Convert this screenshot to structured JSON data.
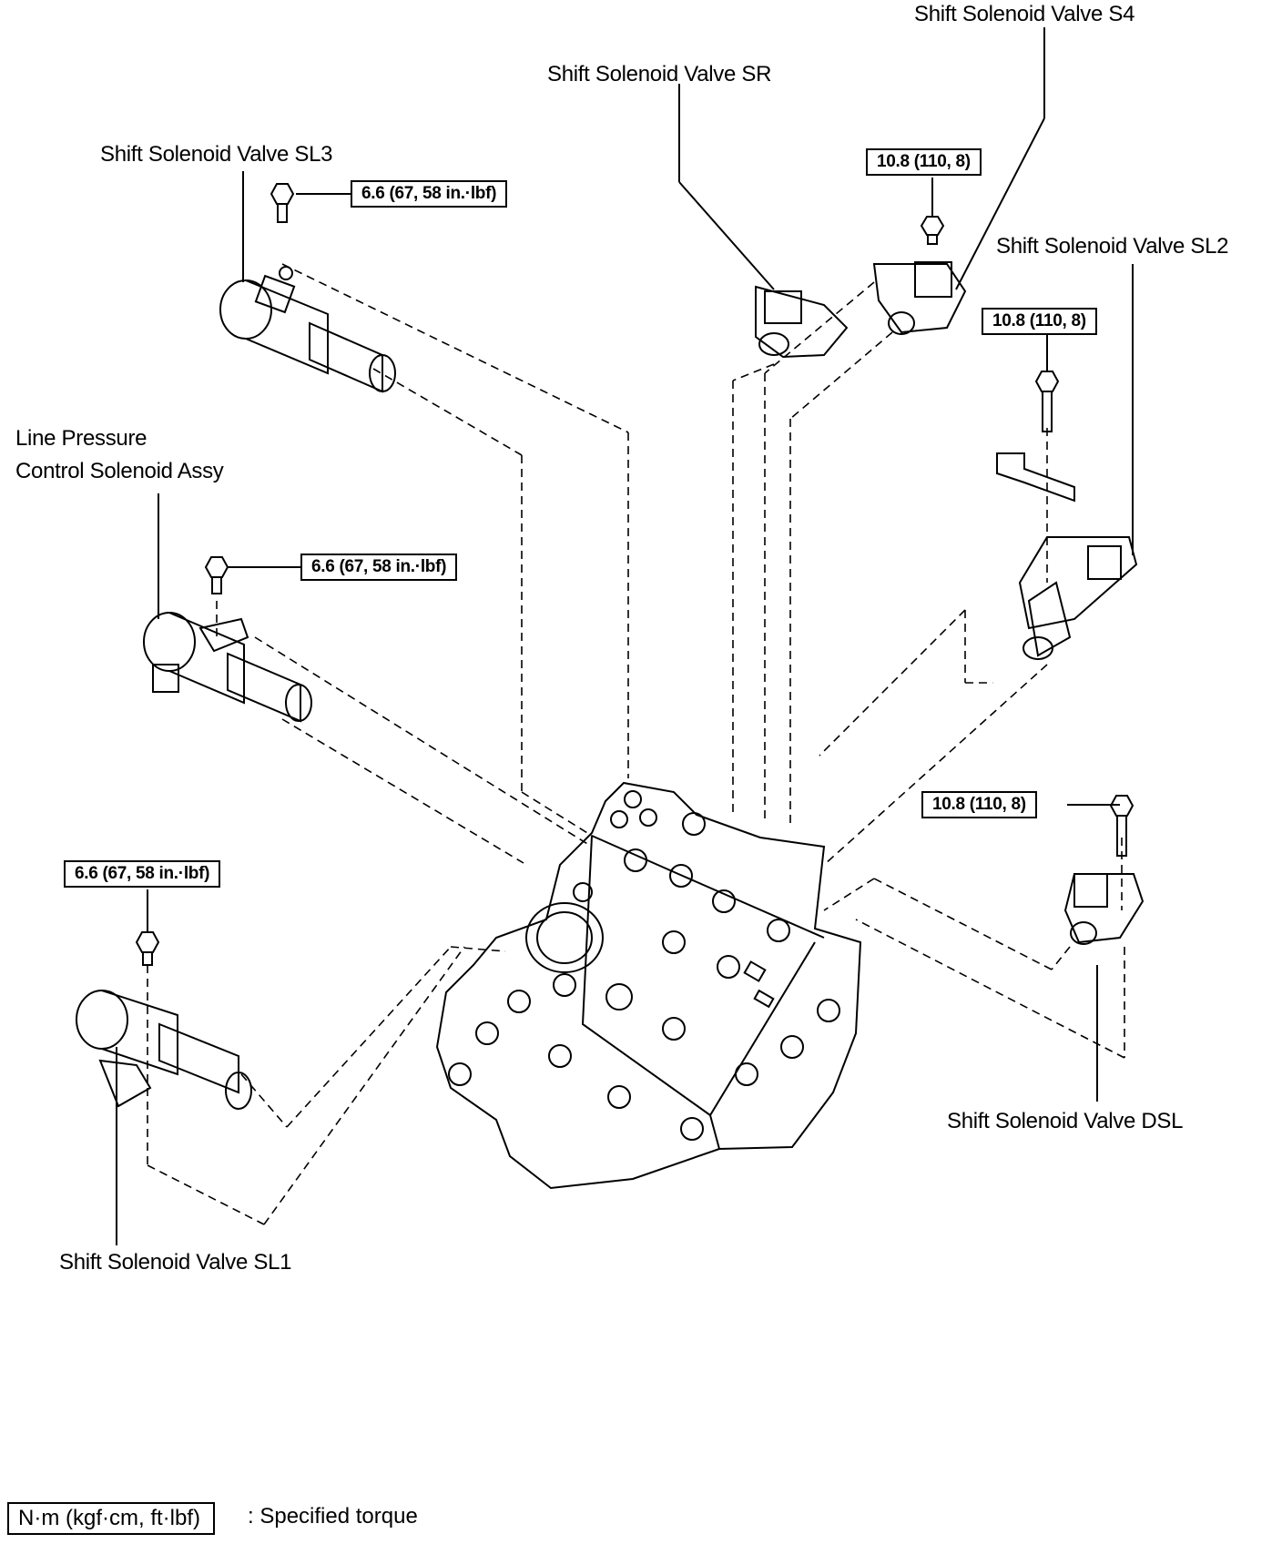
{
  "diagram": {
    "type": "exploded-view",
    "subject": "Valve body solenoid valves",
    "components": [
      {
        "id": "sl3",
        "label": "Shift Solenoid Valve SL3",
        "torque": "6.6 (67, 58 in.·lbf)"
      },
      {
        "id": "sr",
        "label": "Shift Solenoid Valve SR",
        "torque": "10.8 (110, 8)"
      },
      {
        "id": "s4",
        "label": "Shift Solenoid Valve S4"
      },
      {
        "id": "sl2",
        "label": "Shift Solenoid Valve SL2",
        "torque": "10.8 (110, 8)"
      },
      {
        "id": "lpc",
        "label_line1": "Line Pressure",
        "label_line2": "Control Solenoid Assy",
        "torque": "6.6 (67, 58 in.·lbf)"
      },
      {
        "id": "dsl",
        "label": "Shift Solenoid Valve DSL",
        "torque": "10.8 (110, 8)"
      },
      {
        "id": "sl1",
        "label": "Shift Solenoid Valve SL1",
        "torque": "6.6 (67, 58 in.·lbf)"
      }
    ],
    "legend": {
      "units": "N·m (kgf·cm, ft·lbf)",
      "description": ": Specified torque"
    }
  }
}
